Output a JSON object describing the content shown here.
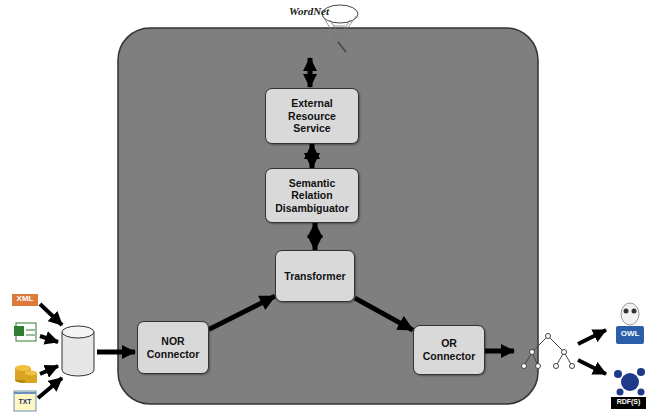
{
  "diagram": {
    "nodes": [
      {
        "text": [
          "External Resource Service"
        ]
      },
      {
        "text": [
          "Semantic Relation Disambiguator"
        ]
      },
      {
        "text": [
          "Transformer"
        ]
      },
      {
        "text": [
          "NOR Connector"
        ]
      },
      {
        "text": [
          "OR Connector"
        ]
      }
    ],
    "edges": [
      {
        "from": 0,
        "to": 1,
        "arrow": "both"
      },
      {
        "from": 1,
        "to": 2,
        "arrow": "both"
      },
      {
        "from": 3,
        "to": 2,
        "arrow": "to"
      },
      {
        "from": 2,
        "to": 4,
        "arrow": "to"
      }
    ],
    "labels": [
      "WordNet",
      "XML",
      "TXT",
      "OWL",
      "RDF(S)"
    ]
  }
}
